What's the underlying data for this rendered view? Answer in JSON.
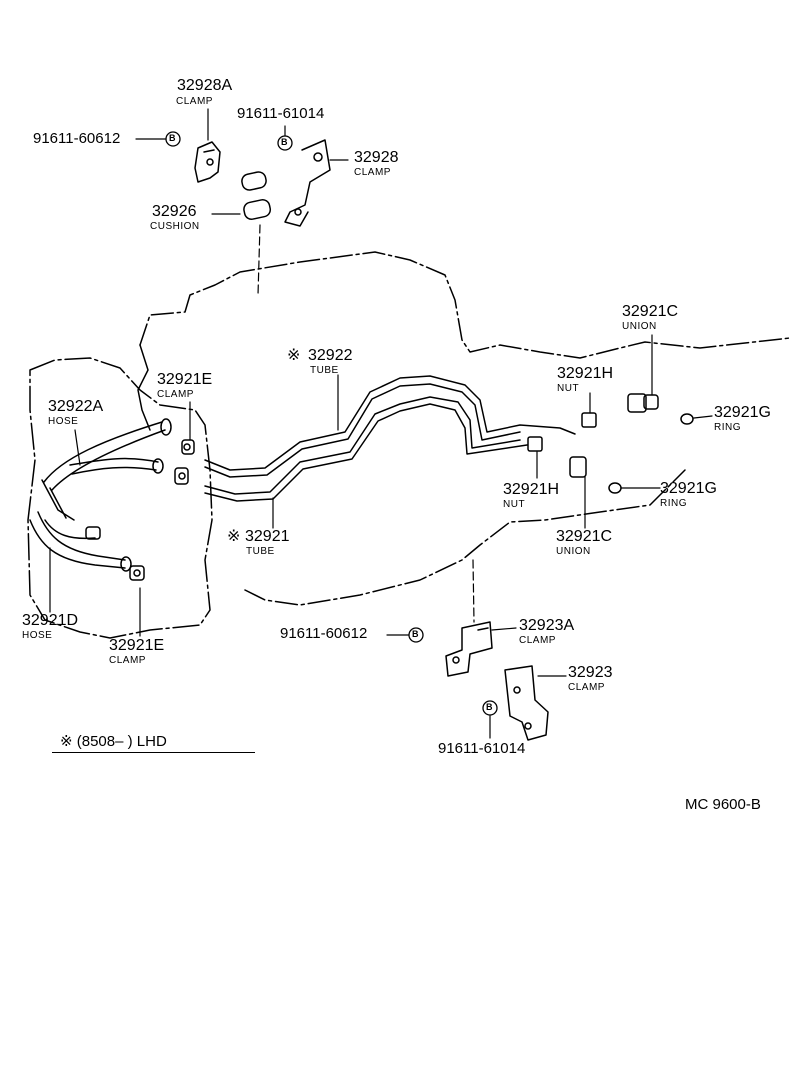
{
  "labels": {
    "p32928A": "32928A",
    "n32928A": "CLAMP",
    "b_6061_top": "91611-60612",
    "b_61014_top": "91611-61014",
    "p32928": "32928",
    "n32928": "CLAMP",
    "p32926": "32926",
    "n32926": "CUSHION",
    "p32922": "32922",
    "n32922": "TUBE",
    "mk32922": "※",
    "p32921E_top": "32921E",
    "n32921E_top": "CLAMP",
    "p32922A": "32922A",
    "n32922A": "HOSE",
    "p32921C_top": "32921C",
    "n32921C_top": "UNION",
    "p32921H_top": "32921H",
    "n32921H_top": "NUT",
    "p32921G_top": "32921G",
    "n32921G_top": "RING",
    "p32921H_bot": "32921H",
    "n32921H_bot": "NUT",
    "p32921G_bot": "32921G",
    "n32921G_bot": "RING",
    "p32921": "32921",
    "n32921": "TUBE",
    "mk32921": "※",
    "p32921C_bot": "32921C",
    "n32921C_bot": "UNION",
    "p32921D": "32921D",
    "n32921D": "HOSE",
    "p32921E_bot": "32921E",
    "n32921E_bot": "CLAMP",
    "b_6061_mid": "91611-60612",
    "p32923A": "32923A",
    "n32923A": "CLAMP",
    "p32923": "32923",
    "n32923": "CLAMP",
    "b_61014_bot": "91611-61014",
    "note": "※ (8508–      ) LHD",
    "code": "MC  9600-B",
    "bolt_mark": "B"
  },
  "icons": [
    "bolt-icon",
    "clamp-icon",
    "cushion-icon",
    "union-icon",
    "nut-icon",
    "ring-icon",
    "hose-icon",
    "tube-icon"
  ]
}
